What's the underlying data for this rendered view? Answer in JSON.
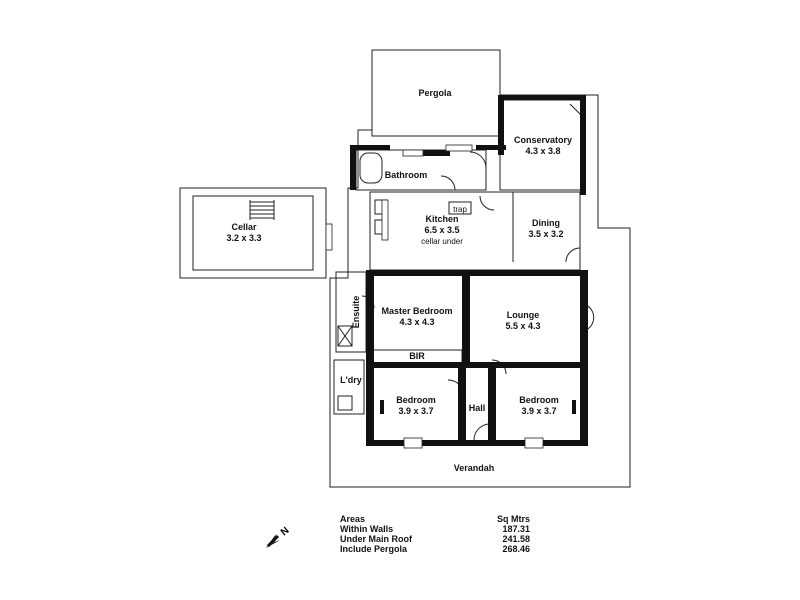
{
  "rooms": {
    "pergola": {
      "name": "Pergola"
    },
    "conservatory": {
      "name": "Conservatory",
      "size": "4.3 x 3.8"
    },
    "bathroom": {
      "name": "Bathroom"
    },
    "cellar": {
      "name": "Cellar",
      "size": "3.2 x 3.3"
    },
    "kitchen": {
      "name": "Kitchen",
      "size": "6.5 x 3.5",
      "note": "cellar under",
      "tag": "trap"
    },
    "dining": {
      "name": "Dining",
      "size": "3.5 x 3.2"
    },
    "master_bedroom": {
      "name": "Master Bedroom",
      "size": "4.3 x 4.3"
    },
    "lounge": {
      "name": "Lounge",
      "size": "5.5 x 4.3"
    },
    "ensuite": {
      "name": "Ensuite"
    },
    "bir": {
      "name": "BIR"
    },
    "laundry": {
      "name": "L'dry"
    },
    "bedroom_1": {
      "name": "Bedroom",
      "size": "3.9 x 3.7"
    },
    "hall": {
      "name": "Hall"
    },
    "bedroom_2": {
      "name": "Bedroom",
      "size": "3.9 x 3.7"
    },
    "verandah": {
      "name": "Verandah"
    }
  },
  "areas_table": {
    "header": {
      "label": "Areas",
      "unit": "Sq Mtrs"
    },
    "rows": [
      {
        "label": "Within Walls",
        "value": "187.31"
      },
      {
        "label": "Under Main Roof",
        "value": "241.58"
      },
      {
        "label": "Include Pergola",
        "value": "268.46"
      }
    ]
  },
  "compass": {
    "label": "N",
    "icon": "north-arrow-icon"
  }
}
